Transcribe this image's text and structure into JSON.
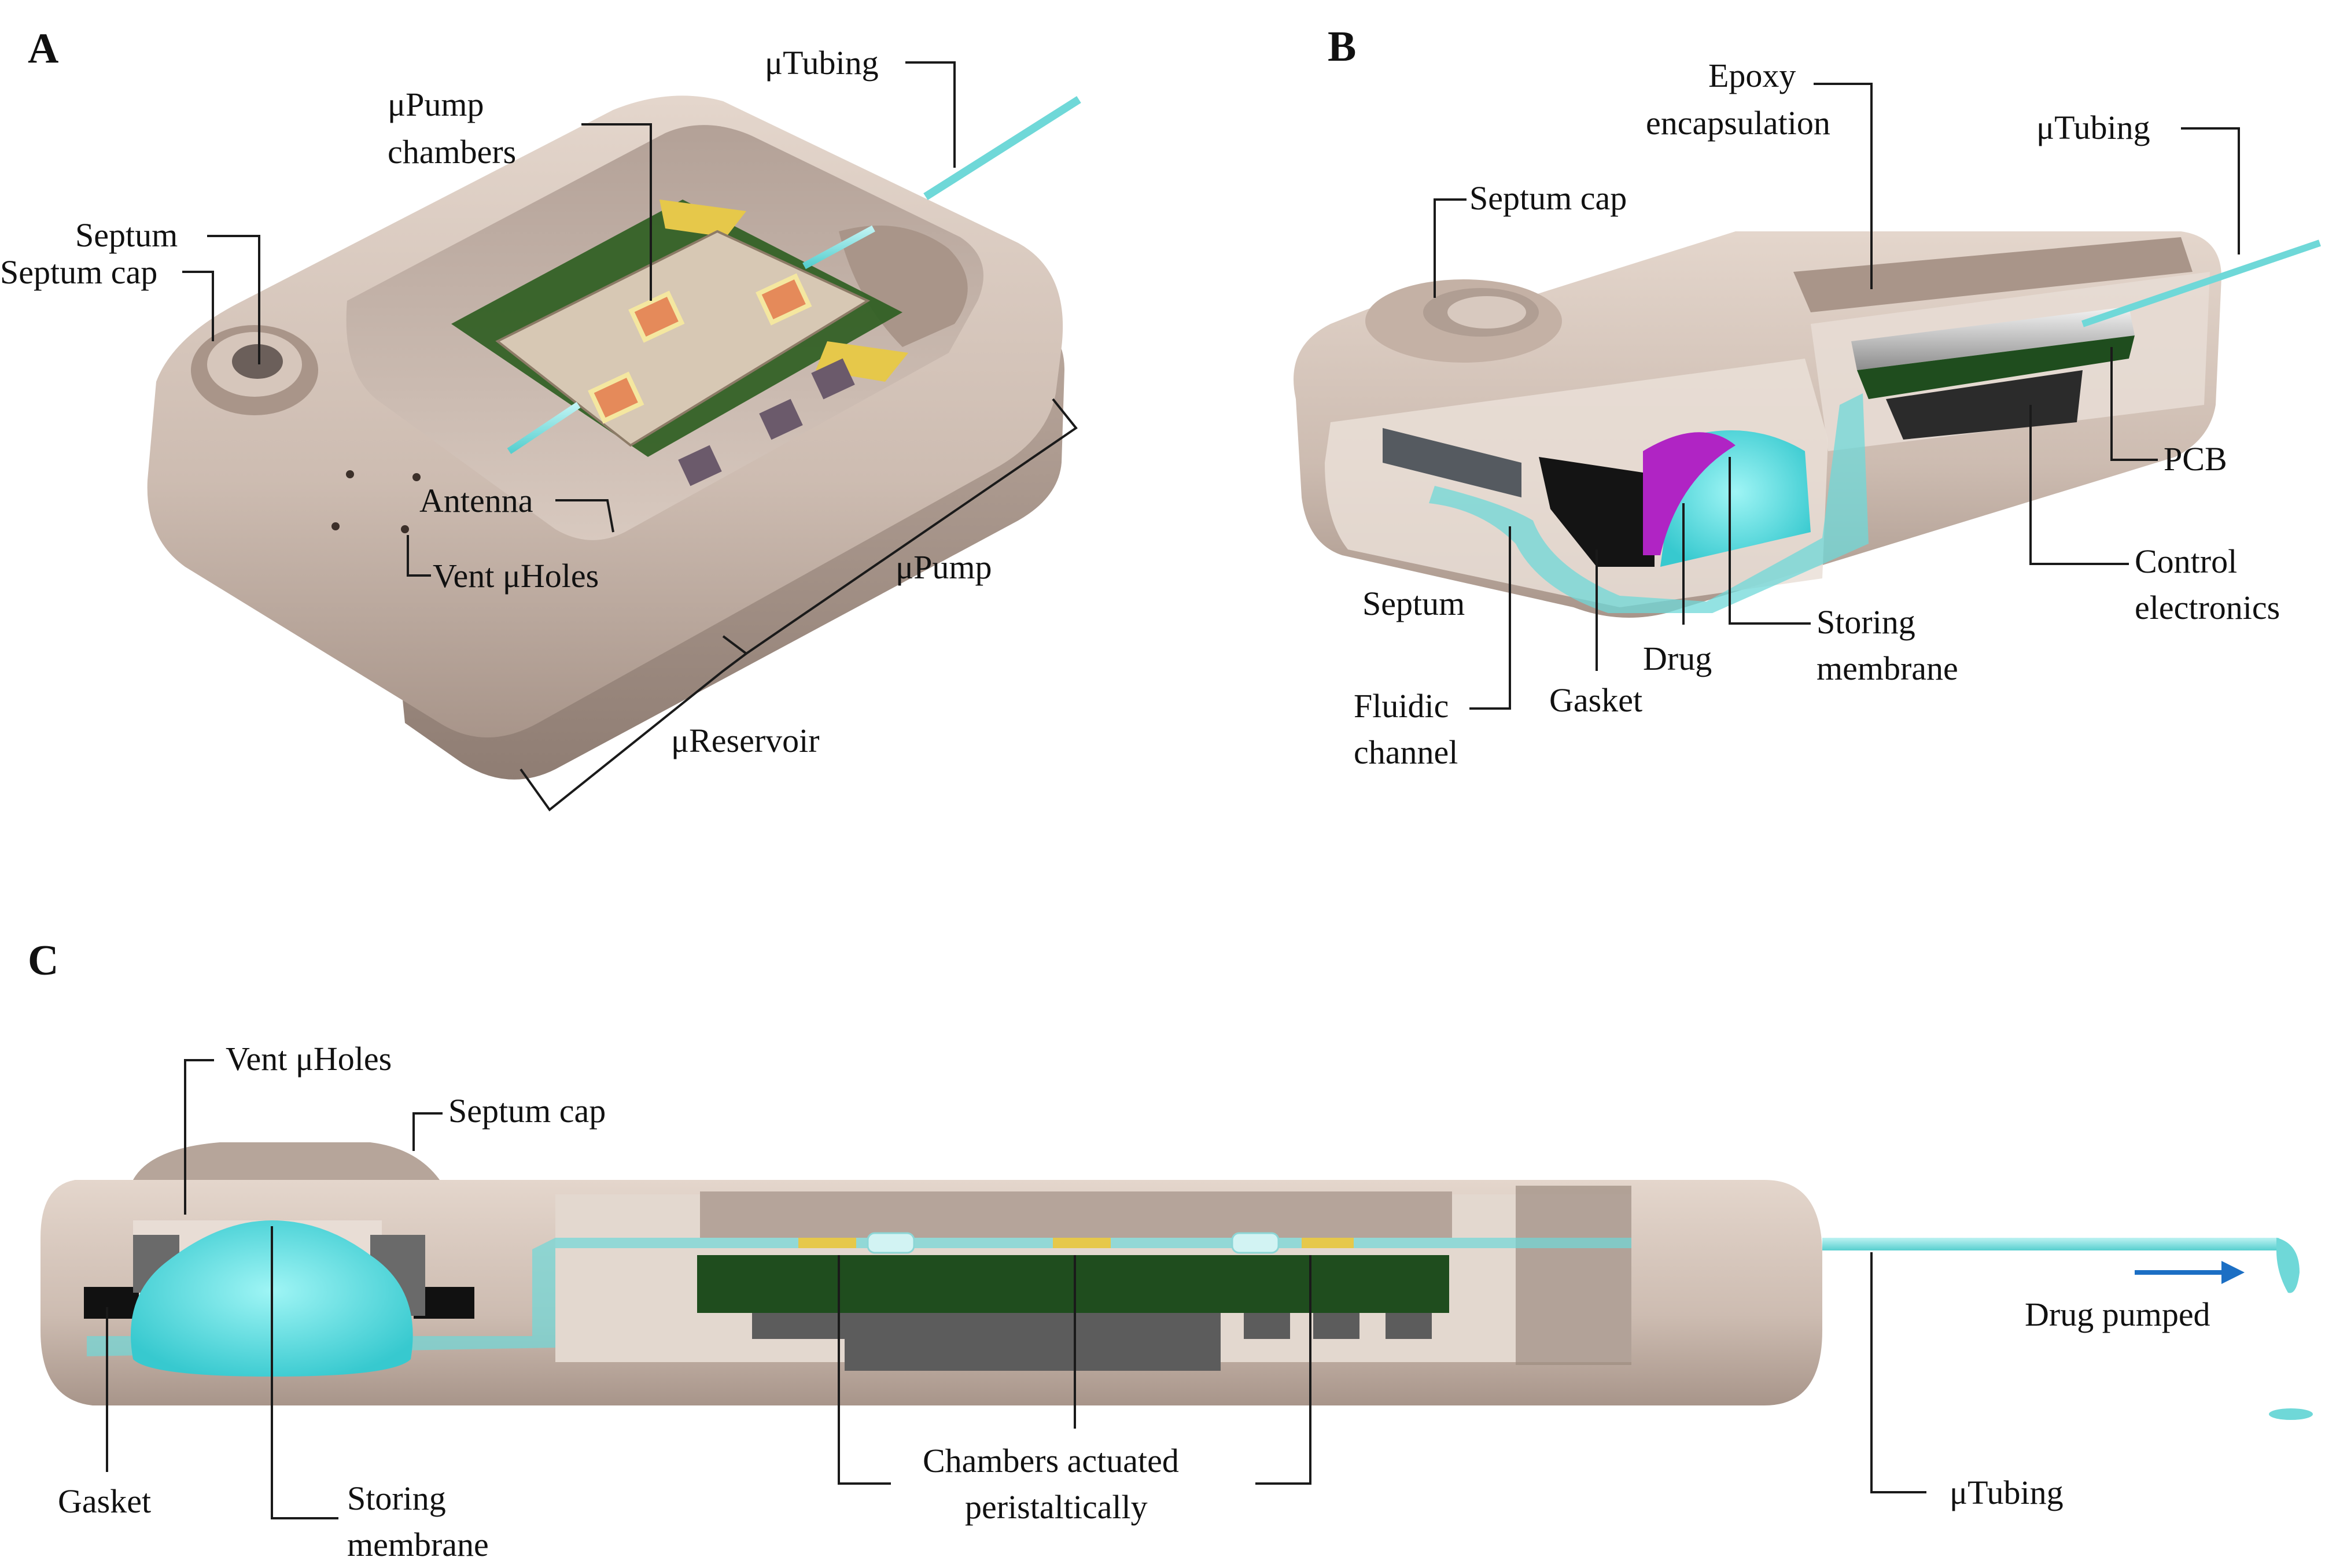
{
  "panels": {
    "a": {
      "letter": "A",
      "labels": {
        "pump_chambers_1": "μPump",
        "pump_chambers_2": "chambers",
        "tubing": "μTubing",
        "septum": "Septum",
        "septum_cap": "Septum cap",
        "antenna": "Antenna",
        "vent_holes": "Vent μHoles",
        "pump": "μPump",
        "reservoir": "μReservoir"
      }
    },
    "b": {
      "letter": "B",
      "labels": {
        "epoxy_1": "Epoxy",
        "epoxy_2": "encapsulation",
        "tubing": "μTubing",
        "septum_cap": "Septum cap",
        "pcb": "PCB",
        "control_1": "Control",
        "control_2": "electronics",
        "septum": "Septum",
        "storing_1": "Storing",
        "storing_2": "membrane",
        "drug": "Drug",
        "gasket": "Gasket",
        "fluidic_1": "Fluidic",
        "fluidic_2": "channel"
      }
    },
    "c": {
      "letter": "C",
      "labels": {
        "vent_holes": "Vent μHoles",
        "septum_cap": "Septum cap",
        "drug_pumped": "Drug pumped",
        "gasket": "Gasket",
        "storing_1": "Storing",
        "storing_2": "membrane",
        "chambers_1": "Chambers actuated",
        "chambers_2": "peristaltically",
        "tubing": "μTubing"
      }
    }
  },
  "colors": {
    "housing": "#cdbcb1",
    "housing_dark": "#a8958a",
    "pcb": "#1f4d1e",
    "drug": "#5fe0e0",
    "membrane": "#b024c4",
    "pad": "#e6c84a",
    "arrow": "#1c6fc4"
  }
}
